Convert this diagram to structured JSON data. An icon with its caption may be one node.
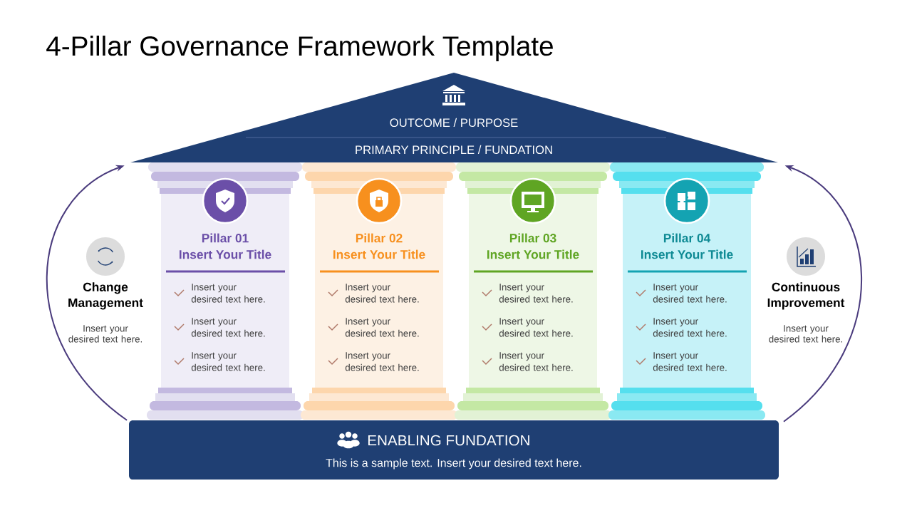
{
  "diagram": {
    "title": "4-Pillar Governance Framework Template",
    "nodes": [
      {
        "text": [
          "OUTCOME / PURPOSE",
          "PRIMARY PRINCIPLE / FUNDATION"
        ]
      },
      {
        "text": [
          "Pillar 01",
          "Insert Your Title",
          "Insert your desired text here.",
          "Insert your desired text here.",
          "Insert your desired text here."
        ]
      },
      {
        "text": [
          "Pillar 02",
          "Insert Your Title",
          "Insert your desired text here.",
          "Insert your desired text here.",
          "Insert your desired text here."
        ]
      },
      {
        "text": [
          "Pillar 03",
          "Insert Your Title",
          "Insert your desired text here.",
          "Insert your desired text here.",
          "Insert your desired text here."
        ]
      },
      {
        "text": [
          "Pillar 04",
          "Insert Your Title",
          "Insert your desired text here.",
          "Insert your desired text here.",
          "Insert your desired text here."
        ]
      },
      {
        "text": [
          "ENABLING FUNDATION",
          "This is a sample text. Insert your desired text here."
        ]
      }
    ],
    "edges": [
      {
        "from": 5,
        "to": 0,
        "arrow": "to"
      },
      {
        "from": 5,
        "to": 0,
        "arrow": "to"
      }
    ],
    "labels": [
      "Change Management",
      "Insert your desired text here.",
      "Continuous Improvement",
      "Insert your desired text here."
    ]
  }
}
